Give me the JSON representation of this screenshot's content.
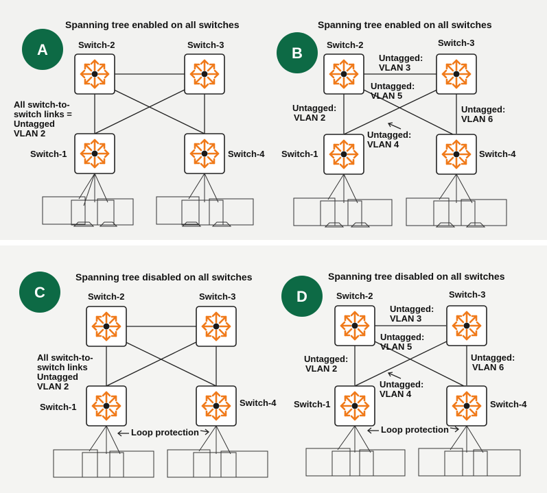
{
  "colors": {
    "badge": "#0d6a45",
    "arrow": "#f07a1a",
    "hub": "#1a1a1a"
  },
  "icon": "switch-icon",
  "panels": {
    "A": {
      "badge": "A",
      "title": "Spanning tree enabled on all switches",
      "switches": {
        "s1": "Switch-1",
        "s2": "Switch-2",
        "s3": "Switch-3",
        "s4": "Switch-4"
      },
      "note": [
        "All switch-to-",
        "switch links =",
        "Untagged",
        "VLAN 2"
      ]
    },
    "B": {
      "badge": "B",
      "title": "Spanning tree enabled on all switches",
      "switches": {
        "s1": "Switch-1",
        "s2": "Switch-2",
        "s3": "Switch-3",
        "s4": "Switch-4"
      },
      "vlans": {
        "v3": [
          "Untagged:",
          "VLAN 3"
        ],
        "v5": [
          "Untagged:",
          "VLAN 5"
        ],
        "v2": [
          "Untagged:",
          "VLAN 2"
        ],
        "v6": [
          "Untagged:",
          "VLAN 6"
        ],
        "v4": [
          "Untagged:",
          "VLAN 4"
        ]
      }
    },
    "C": {
      "badge": "C",
      "title": "Spanning tree disabled on all switches",
      "switches": {
        "s1": "Switch-1",
        "s2": "Switch-2",
        "s3": "Switch-3",
        "s4": "Switch-4"
      },
      "note": [
        "All switch-to-",
        "switch links",
        "Untagged",
        "VLAN 2"
      ],
      "loop": "Loop protection"
    },
    "D": {
      "badge": "D",
      "title": "Spanning tree disabled on all switches",
      "switches": {
        "s1": "Switch-1",
        "s2": "Switch-2",
        "s3": "Switch-3",
        "s4": "Switch-4"
      },
      "vlans": {
        "v3": [
          "Untagged:",
          "VLAN 3"
        ],
        "v5": [
          "Untagged:",
          "VLAN 5"
        ],
        "v2": [
          "Untagged:",
          "VLAN 2"
        ],
        "v6": [
          "Untagged:",
          "VLAN 6"
        ],
        "v4": [
          "Untagged:",
          "VLAN 4"
        ]
      },
      "loop": "Loop protection"
    }
  }
}
